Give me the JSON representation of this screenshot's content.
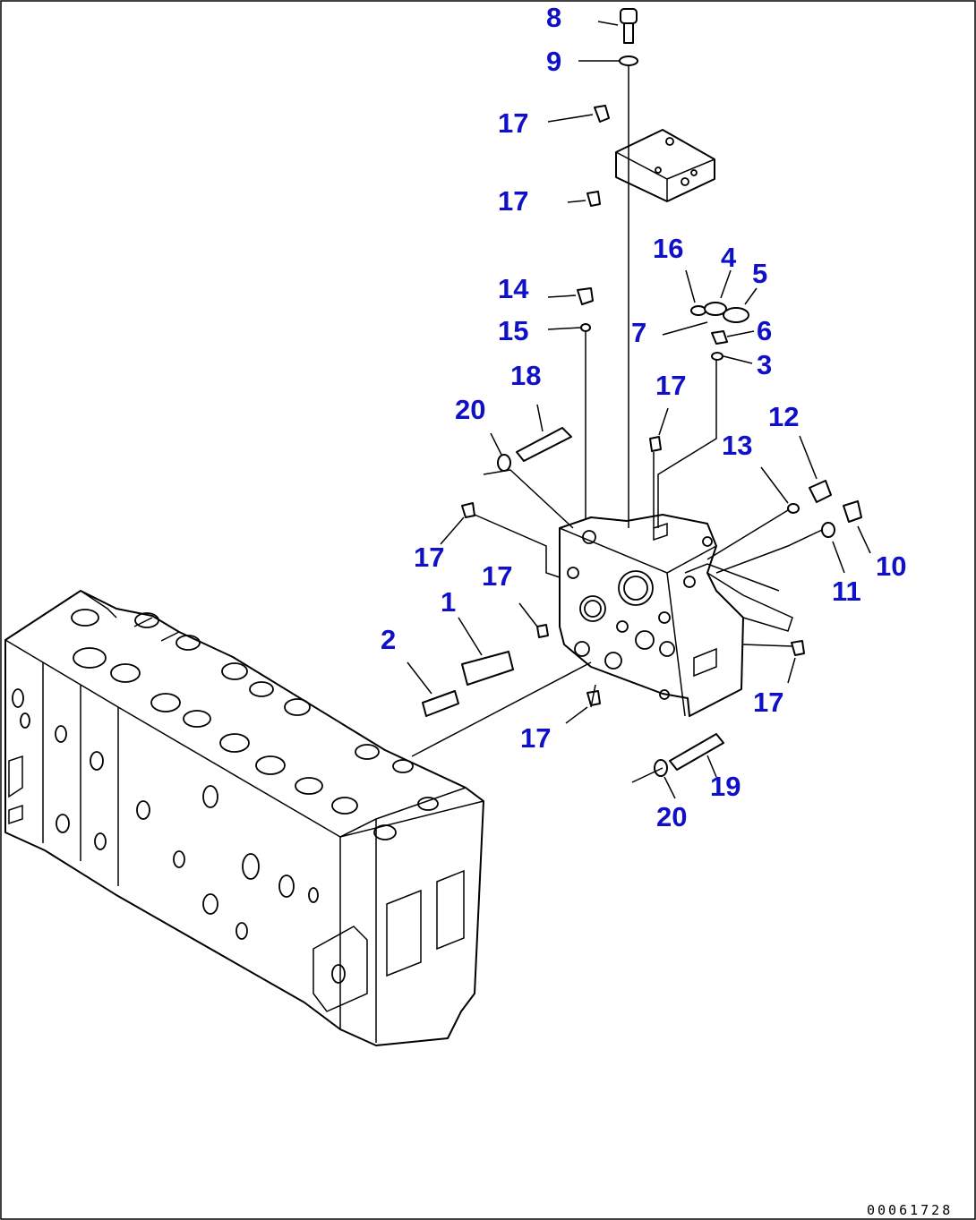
{
  "diagram": {
    "doc_code": "00061728",
    "callouts": [
      "8",
      "9",
      "17",
      "17",
      "16",
      "4",
      "5",
      "14",
      "15",
      "7",
      "6",
      "3",
      "18",
      "17",
      "20",
      "13",
      "12",
      "17",
      "17",
      "1",
      "11",
      "10",
      "2",
      "17",
      "17",
      "19",
      "20"
    ]
  }
}
